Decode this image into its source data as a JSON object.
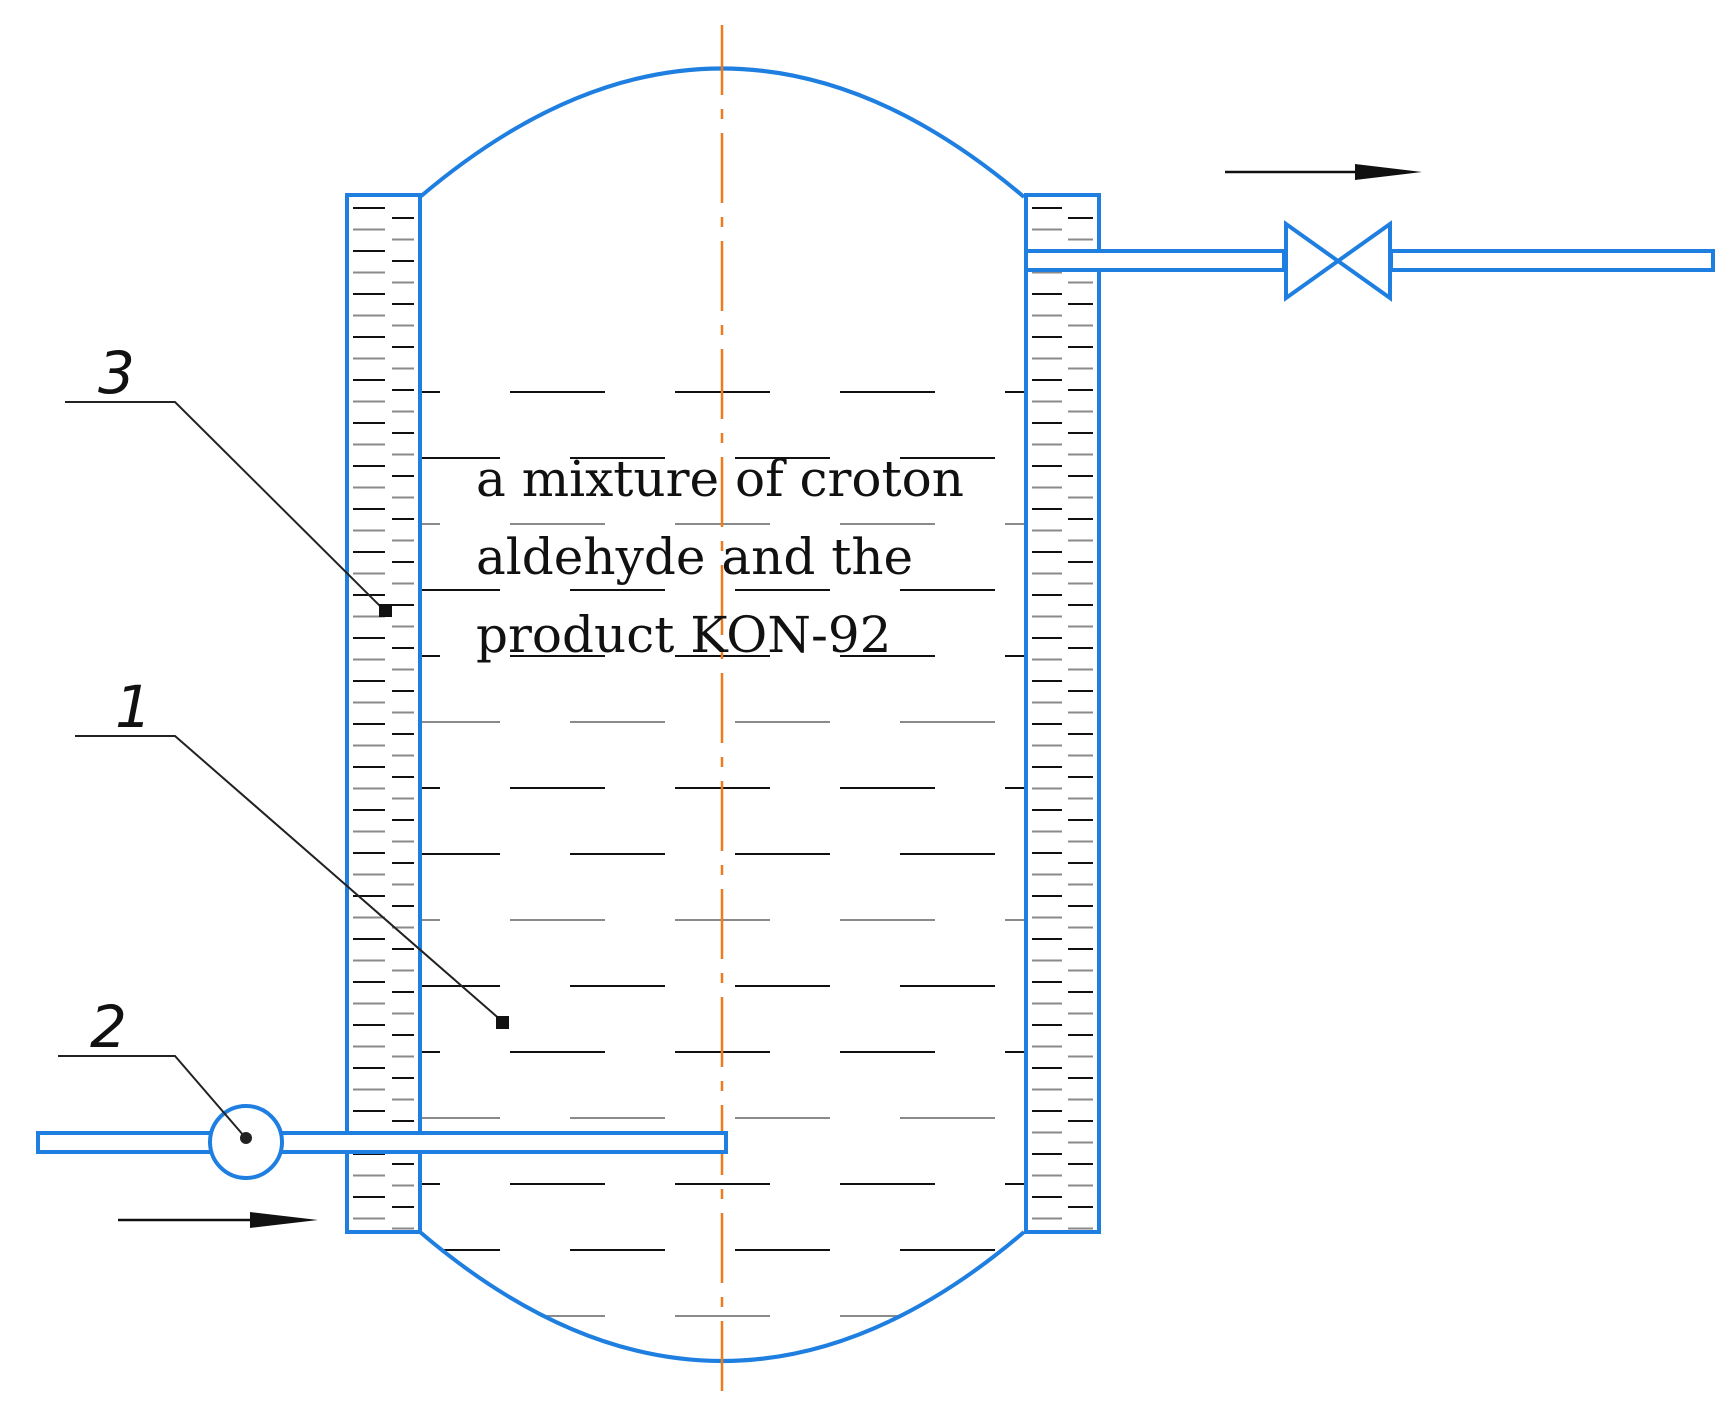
{
  "labels": {
    "reactor": "1",
    "pump": "2",
    "jacket": "3"
  },
  "contents": {
    "line1": "a mixture of croton",
    "line2": "aldehyde and the",
    "line3": "product KON-92"
  },
  "colors": {
    "equipment": "#1f7fe0",
    "axis": "#ee7a1e",
    "lines": "#111111"
  }
}
